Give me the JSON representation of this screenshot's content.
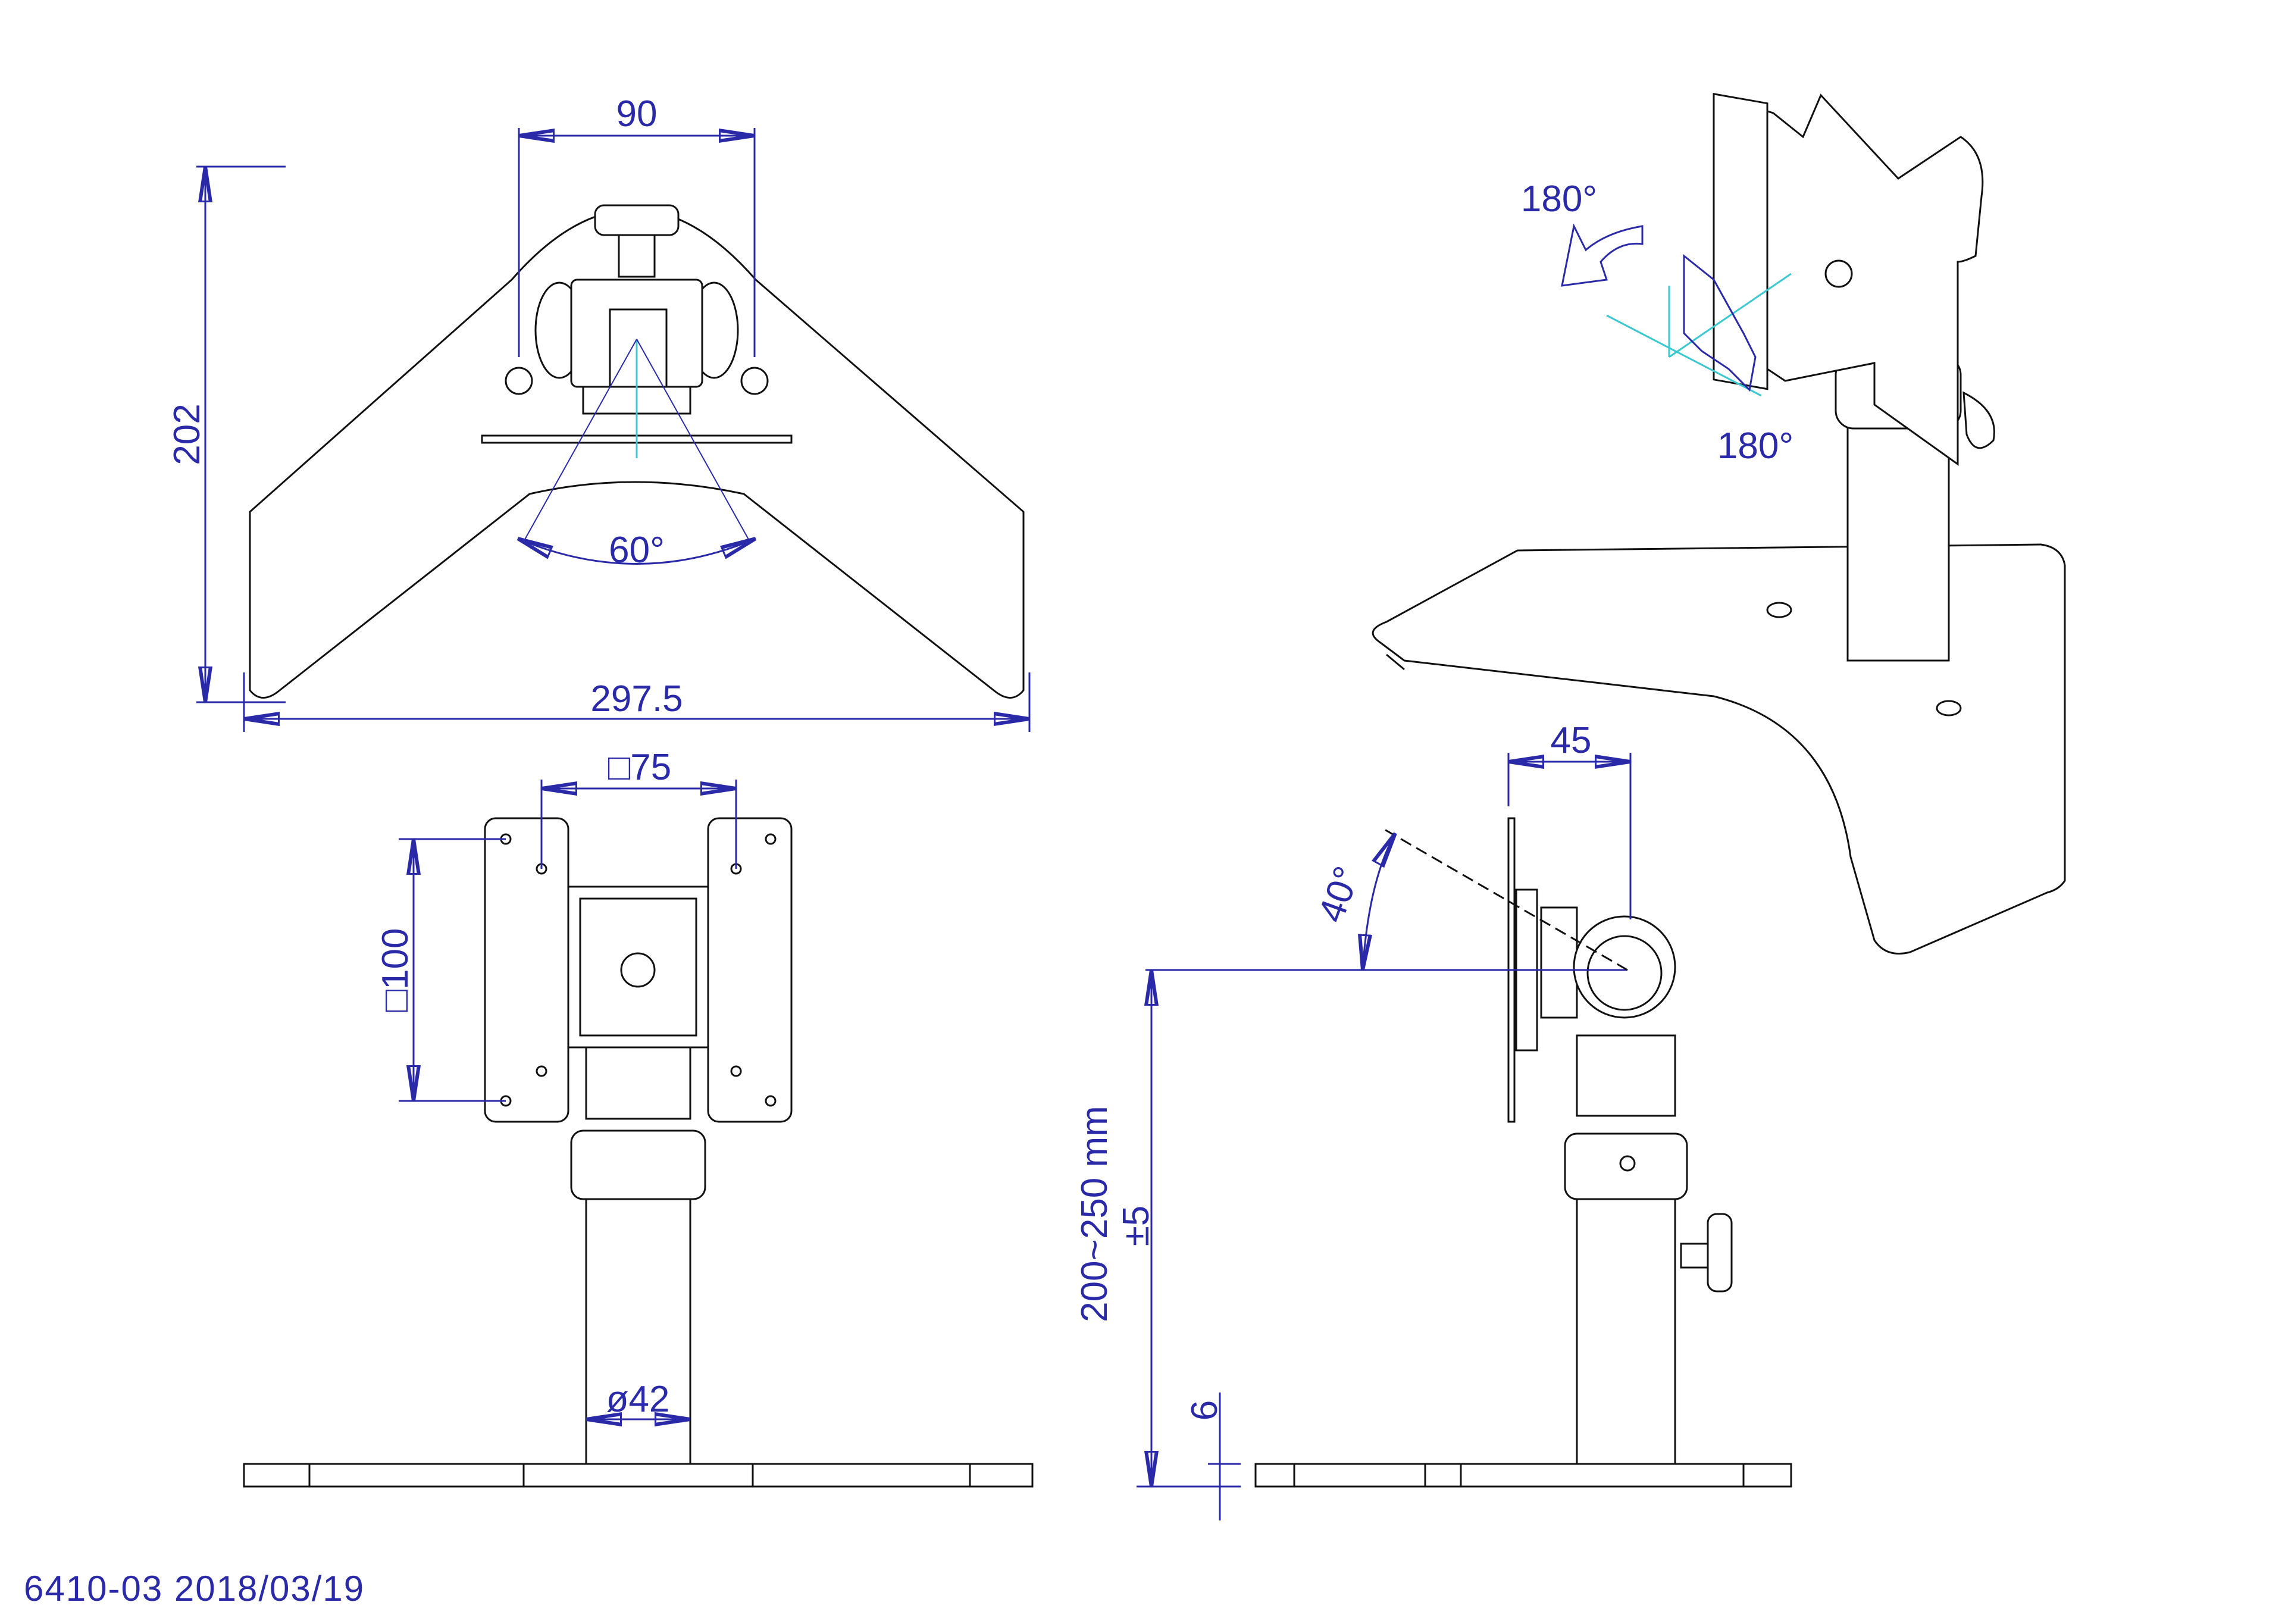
{
  "top_view": {
    "dim_width_holes": "90",
    "dim_depth": "202",
    "dim_base_width": "297.5",
    "dim_swivel_angle": "60°"
  },
  "front_view": {
    "dim_vesa_75": "□75",
    "dim_vesa_100": "□100",
    "dim_pole_diameter": "ø42"
  },
  "side_view": {
    "dim_offset": "45",
    "dim_tilt_angle": "40°",
    "dim_height_range": "200~250  mm",
    "dim_tolerance": "±5",
    "dim_base_thickness": "6"
  },
  "iso_view": {
    "rotation_top": "180°",
    "rotation_bottom": "180°"
  },
  "footer": {
    "drawing_id": "6410-03  2018/03/19"
  }
}
